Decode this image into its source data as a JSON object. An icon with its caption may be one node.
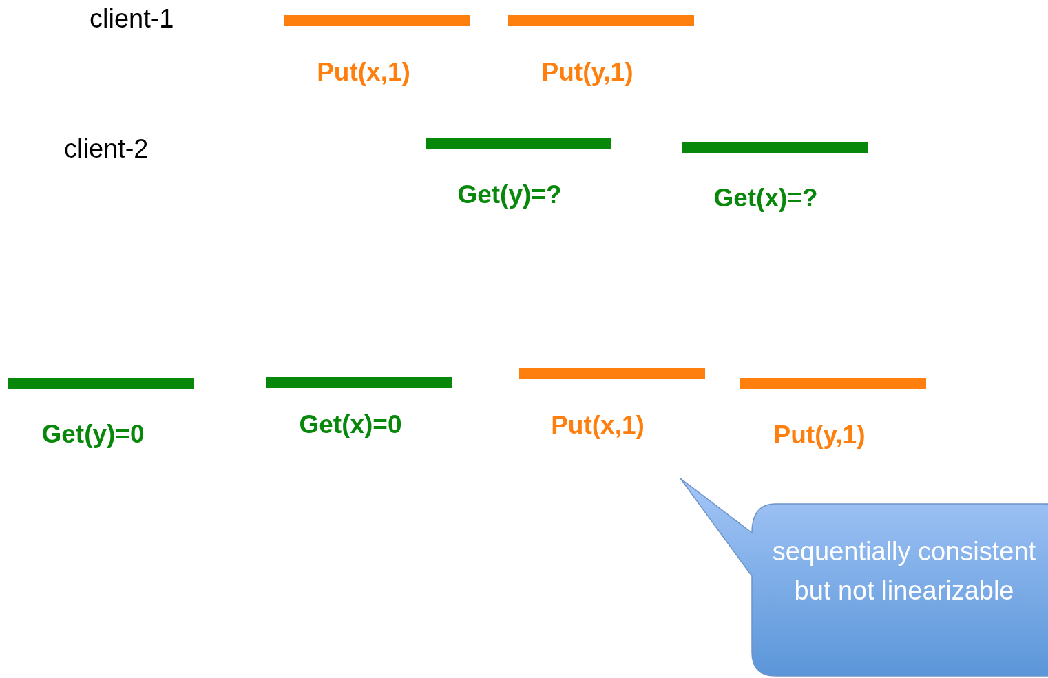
{
  "diagram": {
    "nodes": [
      {
        "text": [],
        "shape": "bar",
        "beside": [
          "Put(x,1)"
        ]
      },
      {
        "text": [],
        "shape": "bar",
        "beside": [
          "Put(y,1)"
        ]
      },
      {
        "text": [],
        "shape": "bar",
        "beside": [
          "Get(y)=?"
        ]
      },
      {
        "text": [],
        "shape": "bar",
        "beside": [
          "Get(x)=?"
        ]
      },
      {
        "text": [],
        "shape": "bar",
        "beside": [
          "Get(y)=0"
        ]
      },
      {
        "text": [],
        "shape": "bar",
        "beside": [
          "Get(x)=0"
        ]
      },
      {
        "text": [],
        "shape": "bar",
        "beside": [
          "Put(x,1)"
        ]
      },
      {
        "text": [],
        "shape": "bar",
        "beside": [
          "Put(y,1)"
        ]
      },
      {
        "text": [
          "sequentially consistent but not linearizable"
        ]
      }
    ],
    "labels": [
      "client-1",
      "client-2"
    ]
  }
}
